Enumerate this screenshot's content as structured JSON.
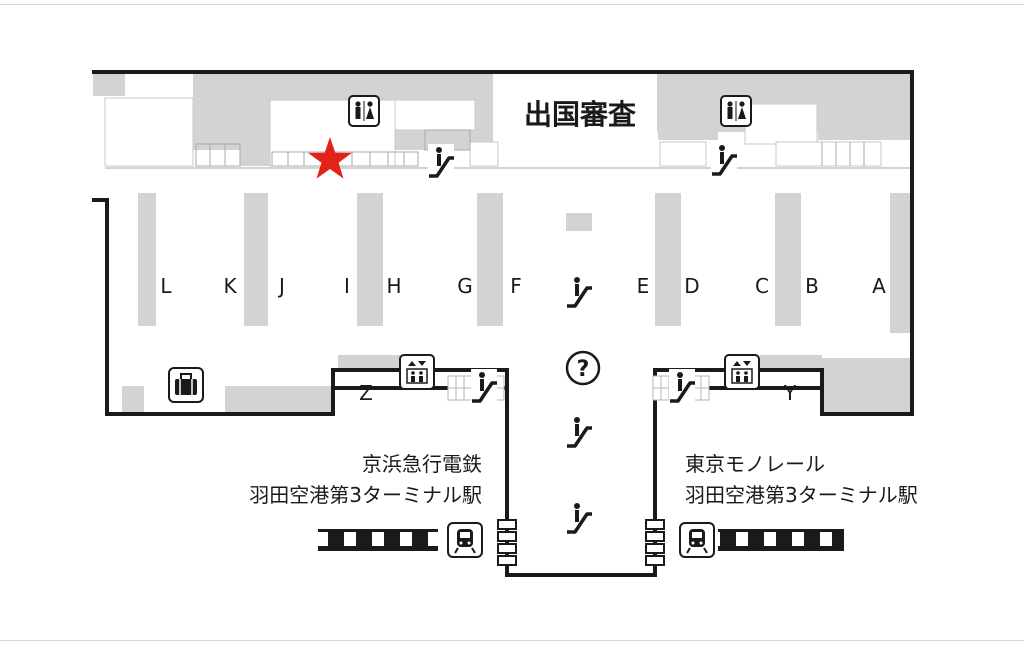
{
  "map": {
    "title": "出国審査",
    "counters": [
      "L",
      "K",
      "J",
      "I",
      "H",
      "G",
      "F",
      "E",
      "D",
      "C",
      "B",
      "A"
    ],
    "zone_left": "Z",
    "zone_right": "Y",
    "station_left": {
      "line1": "京浜急行電鉄",
      "line2": "羽田空港第3ターミナル駅"
    },
    "station_right": {
      "line1": "東京モノレール",
      "line2": "羽田空港第3ターミナル駅"
    },
    "info_symbol": "?",
    "icons": [
      "restroom-icon",
      "escalator-icon",
      "elevator-icon",
      "baggage-icon",
      "information-icon",
      "train-icon",
      "current-location-star-icon"
    ],
    "colors": {
      "wall": "#1a1a1a",
      "shop": "#d3d3d3",
      "star": "#e2231a"
    }
  }
}
